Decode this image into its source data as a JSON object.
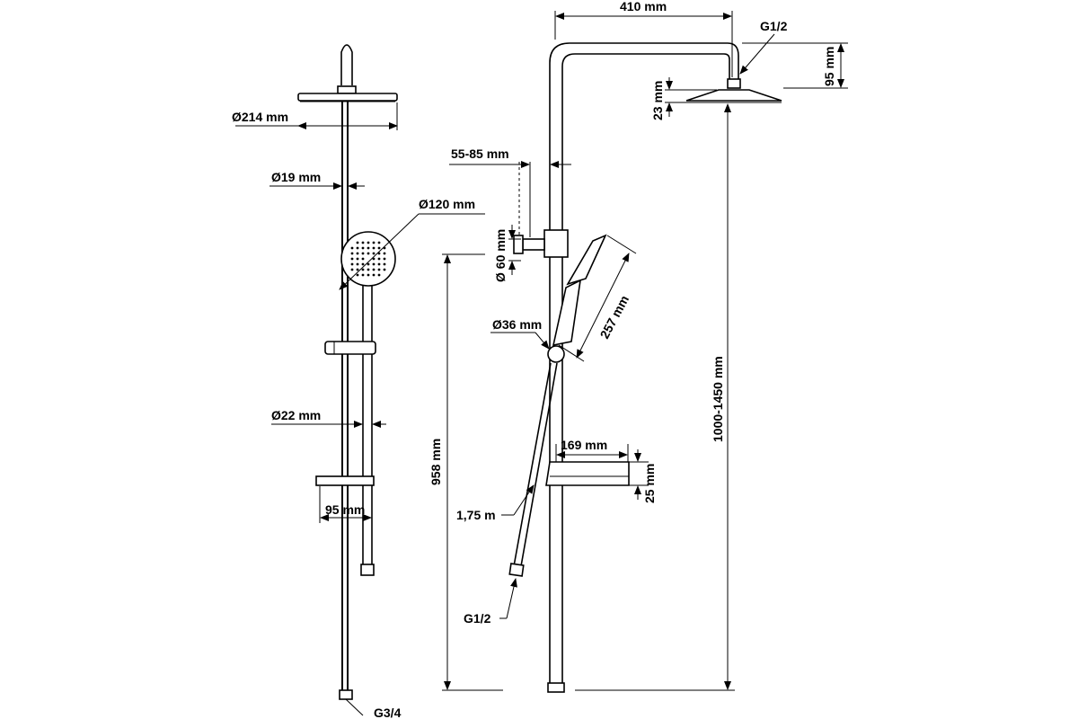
{
  "dimensions": {
    "head_diameter": "Ø214 mm",
    "rail_diameter": "Ø19 mm",
    "hand_shower_diameter": "Ø120 mm",
    "lower_tube_diameter": "Ø22 mm",
    "shelf_width": "95 mm",
    "bottom_connection": "G3/4",
    "arm_length": "410 mm",
    "head_connection": "G1/2",
    "head_drop": "95 mm",
    "head_height": "23 mm",
    "wall_distance": "55-85 mm",
    "bracket_diameter": "Ø 60 mm",
    "diverter_diameter": "Ø36 mm",
    "hand_shower_length": "257 mm",
    "shelf_depth": "169 mm",
    "shelf_thickness": "25 mm",
    "hose_length": "1,75 m",
    "hose_connection": "G1/2",
    "diverter_height": "958 mm",
    "total_height": "1000-1450 mm"
  },
  "colors": {
    "line": "#000000",
    "background": "#ffffff"
  }
}
